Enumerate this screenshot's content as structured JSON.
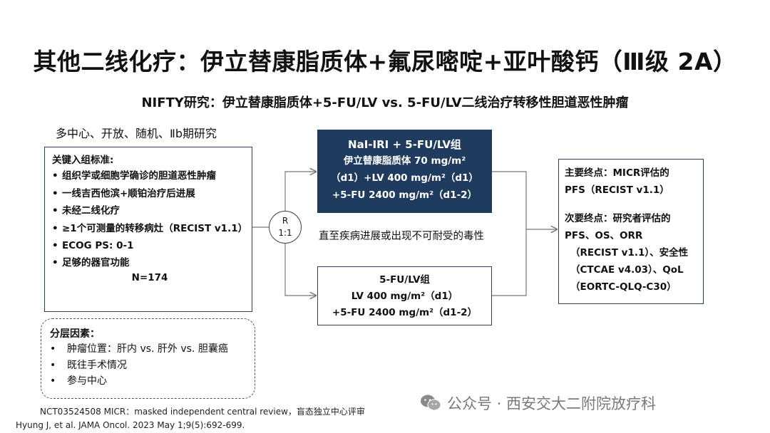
{
  "title": "其他二线化疗：伊立替康脂质体+氟尿嘧啶+亚叶酸钙（Ⅲ级 2A）",
  "subtitle": "NIFTY研究：伊立替康脂质体+5-FU/LV vs. 5-FU/LV二线治疗转移性胆道恶性肿瘤",
  "design": "多中心、开放、随机、Ⅱb期研究",
  "criteria": {
    "heading": "关键入组标准:",
    "items": [
      "组织学或细胞学确诊的胆道恶性肿瘤",
      "一线吉西他滨+顺铂治疗后进展",
      "未经二线化疗",
      "≥1个可测量的转移病灶（RECIST v1.1）",
      "ECOG PS: 0-1",
      "足够的器官功能"
    ],
    "n": "N=174"
  },
  "stratification": {
    "heading": "分层因素：",
    "items": [
      "肿瘤位置：肝内 vs. 肝外 vs. 胆囊癌",
      "既往手术情况",
      "参与中心"
    ]
  },
  "randomization": {
    "line1": "R",
    "line2": "1:1"
  },
  "arm1": {
    "name": "NaI-IRI + 5-FU/LV组",
    "line1": "伊立替康脂质体 70 mg/m²",
    "line2": "（d1）+LV 400 mg/m²（d1）",
    "line3": "+5-FU 2400 mg/m²（d1-2）"
  },
  "arm2": {
    "name": "5-FU/LV组",
    "line1": "LV 400 mg/m²（d1）",
    "line2": "+5-FU 2400 mg/m²（d1-2）"
  },
  "until": "直至疾病进展或出现不可耐受的毒性",
  "endpoints": {
    "primary_1": "主要终点：MICR评估的",
    "primary_2": "PFS（RECIST v1.1）",
    "secondary_1": "次要终点：研究者评估的",
    "secondary_2": "PFS、OS、ORR",
    "secondary_3": "（RECIST v1.1）、安全性",
    "secondary_4": "（CTCAE v4.03）、QoL",
    "secondary_5": "（EORTC-QLQ-C30）"
  },
  "footnote1": "NCT03524508    MICR：masked independent central review，盲态独立中心评审",
  "footnote2": "Hyung J, et al. JAMA Oncol. 2023 May 1;9(5):692-699.",
  "watermark": "公众号 · 西安交大二附院放疗科",
  "colors": {
    "arm1_fill": "#1f3b5e",
    "border": "#2a3f5f",
    "arrow": "#777777"
  }
}
